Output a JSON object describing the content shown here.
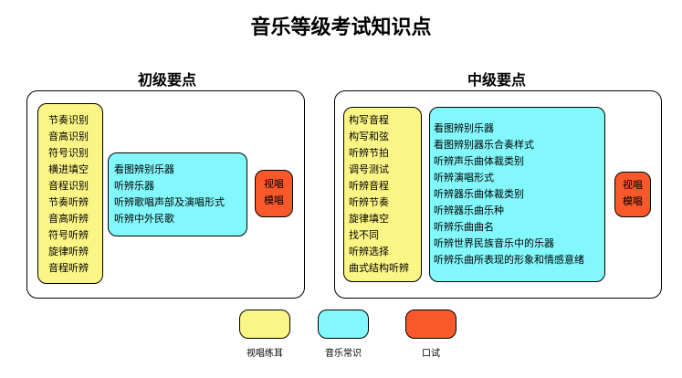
{
  "title": "音乐等级考试知识点",
  "sections": {
    "basic": {
      "title": "初级要点",
      "ear_training": [
        "节奏识别",
        "音高识别",
        "符号识别",
        "横进填空",
        "音程识别",
        "节奏听辨",
        "音高听辨",
        "符号听辨",
        "旋律听辨",
        "音程听辨"
      ],
      "music_knowledge": [
        "看图辨别乐器",
        "听辨乐器",
        "听辨歌唱声部及演唱形式",
        "听辨中外民歌"
      ],
      "oral": [
        "视唱",
        "模唱"
      ]
    },
    "intermediate": {
      "title": "中级要点",
      "ear_training": [
        "构写音程",
        "构写和弦",
        "听辨节拍",
        "调号测试",
        "听辨音程",
        "听辨节奏",
        "旋律填空",
        "找不同",
        "听辨选择",
        "曲式结构听辨"
      ],
      "music_knowledge": [
        "看图辨别乐器",
        "看图辨别器乐合奏样式",
        "听辨声乐曲体裁类别",
        "听辨演唱形式",
        "听辨器乐曲体裁类别",
        "听辨器乐曲乐种",
        "听辨乐曲曲名",
        "听辨世界民族音乐中的乐器",
        "听辨乐曲所表现的形象和情感意绪"
      ],
      "oral": [
        "视唱",
        "模唱"
      ]
    }
  },
  "legend": [
    {
      "label": "视唱练耳",
      "color": "#fbf585"
    },
    {
      "label": "音乐常识",
      "color": "#82f8fc"
    },
    {
      "label": "口试",
      "color": "#f9592a"
    }
  ]
}
